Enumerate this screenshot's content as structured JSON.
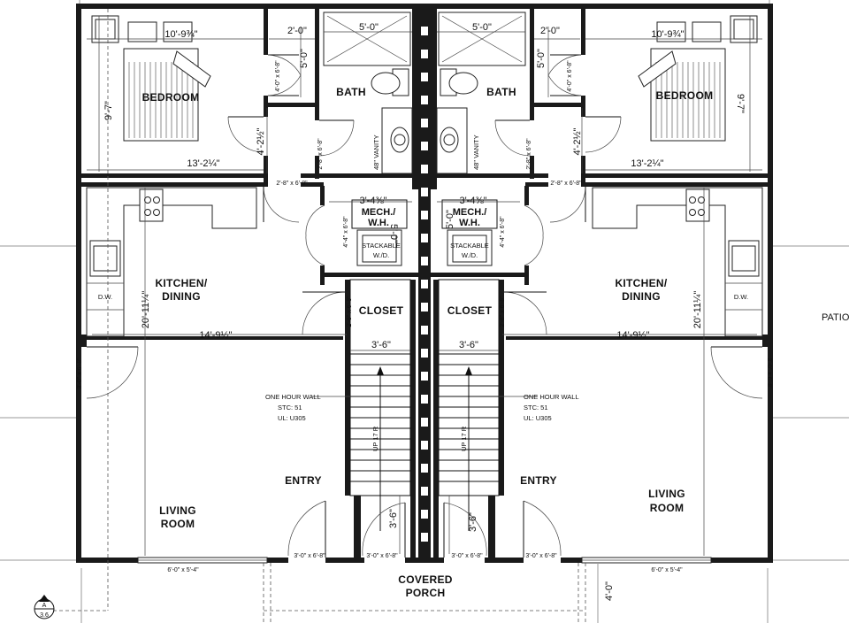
{
  "rooms": {
    "left_bedroom": "BEDROOM",
    "right_bedroom": "BEDROOM",
    "left_bath": "BATH",
    "right_bath": "BATH",
    "left_kitchen": "KITCHEN/",
    "left_kitchen_2": "DINING",
    "right_kitchen": "KITCHEN/",
    "right_kitchen_2": "DINING",
    "left_living": "LIVING",
    "left_living_2": "ROOM",
    "right_living": "LIVING",
    "right_living_2": "ROOM",
    "left_entry": "ENTRY",
    "right_entry": "ENTRY",
    "left_closet": "CLOSET",
    "right_closet": "CLOSET",
    "left_mech": "MECH./",
    "left_mech_2": "W.H.",
    "right_mech": "MECH./",
    "right_mech_2": "W.H.",
    "left_stack": "STACKABLE",
    "left_stack_2": "W./D.",
    "right_stack": "STACKABLE",
    "right_stack_2": "W./D.",
    "porch": "COVERED",
    "porch_2": "PORCH",
    "patio": "PATIO"
  },
  "fixtures": {
    "dw_left": "D.W.",
    "dw_right": "D.W.",
    "vanity_left": "48\" VANITY",
    "vanity_right": "48\" VANITY"
  },
  "notes": {
    "wall_left_1": "ONE HOUR WALL",
    "wall_left_2": "STC: 51",
    "wall_left_3": "UL: U305",
    "wall_right_1": "ONE HOUR WALL",
    "wall_right_2": "STC: 51",
    "wall_right_3": "UL: U305",
    "stair_left": "UP 17 R",
    "stair_right": "UP 17 R",
    "section_tag_top": "A",
    "section_tag_bottom": "3.6"
  },
  "dimensions": {
    "bed_w_left": "10'-9¾\"",
    "bed_w_right": "10'-9¾\"",
    "bed_h_left": "9'-7\"",
    "bed_h_right": "9'-7\"",
    "bed_total_left": "13'-2¼\"",
    "bed_total_right": "13'-2¼\"",
    "closet_w_left": "2'-0\"",
    "closet_w_right": "2'-0\"",
    "closet_h_left": "5'-0\"",
    "closet_h_right": "5'-0\"",
    "bath_w_left": "5'-0\"",
    "bath_w_right": "5'-0\"",
    "hall_left": "4'-2½\"",
    "hall_right": "4'-2½\"",
    "mech_w_left": "3'-4⅜\"",
    "mech_w_right": "3'-4⅜\"",
    "mech_h_left": "5'-0\"",
    "mech_h_right": "5'-0\"",
    "kitchen_w_left": "14'-9½\"",
    "kitchen_w_right": "14'-9½\"",
    "kitchen_h_left": "20'-11¼\"",
    "kitchen_h_right": "20'-11¼\"",
    "stair_w_left": "3'-6\"",
    "stair_w_right": "3'-6\"",
    "landing_left": "3'-6\"",
    "landing_right": "3'-6\"",
    "porch_depth": "4'-0\""
  },
  "openings": {
    "d_closet_l": "4'-0\" x 6'-8\"",
    "d_closet_r": "4'-0\" x 6'-8\"",
    "d_bath_l": "2'-8\" x 6'-8\"",
    "d_bath_r": "2'-8\" x 6'-8\"",
    "d_bed_l": "2'-8\" x 6'-8\"",
    "d_bed_r": "2'-8\" x 6'-8\"",
    "d_mech_l": "4'-4\" x 6'-8\"",
    "d_mech_r": "4'-4\" x 6'-8\"",
    "d_clos2_l": "2'-8\" x 6'-8\"",
    "d_clos2_r": "2'-8\" x 6'-8\"",
    "d_side_l": "3'-0\" x 6'-8\"",
    "d_side_r": "3'-0\" x 6'-8\"",
    "d_entry_l": "3'-0\" x 6'-8\"",
    "d_entry_r": "3'-0\" x 6'-8\"",
    "d_stair_l": "3'-0\" x 6'-8\"",
    "d_stair_r": "3'-0\" x 6'-8\"",
    "w_front_l": "6'-0\" x 5'-4\"",
    "w_front_r": "6'-0\" x 5'-4\""
  }
}
